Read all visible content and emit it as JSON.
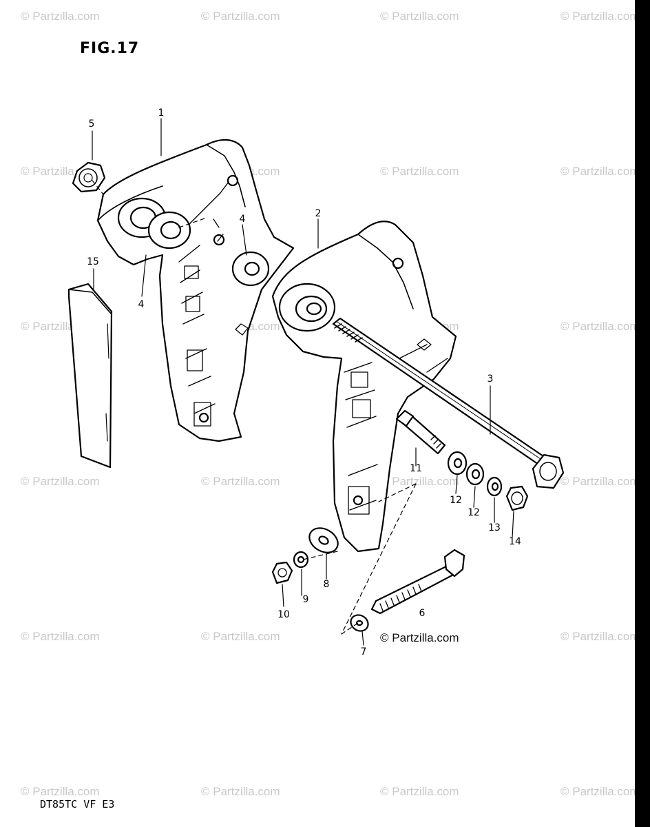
{
  "figure": {
    "title": "FIG.17",
    "model_code": "DT85TC VF E3",
    "copyright": "© Partzilla.com",
    "watermark": "© Partzilla.com"
  },
  "callouts": {
    "c1": "1",
    "c2": "2",
    "c3": "3",
    "c4a": "4",
    "c4b": "4",
    "c5": "5",
    "c6": "6",
    "c7": "7",
    "c8": "8",
    "c9": "9",
    "c10": "10",
    "c11": "11",
    "c12a": "12",
    "c12b": "12",
    "c13": "13",
    "c14": "14",
    "c15": "15"
  },
  "colors": {
    "line": "#000000",
    "watermark": "#c8c8c8",
    "background": "#ffffff"
  }
}
